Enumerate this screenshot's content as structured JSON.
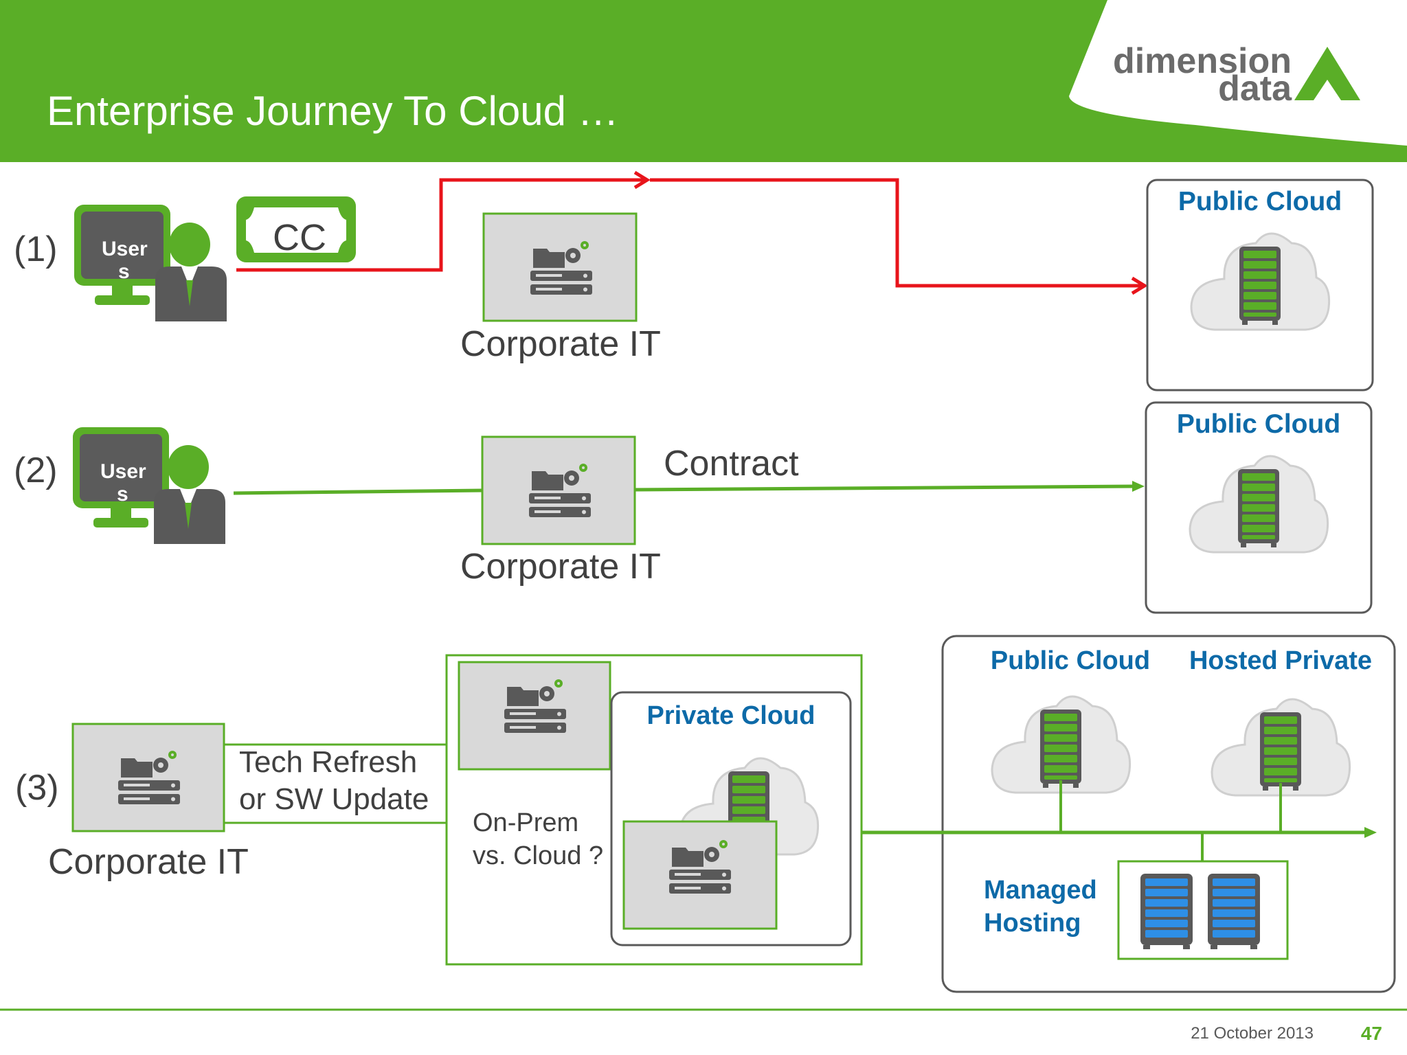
{
  "slide": {
    "title": "Enterprise Journey To Cloud …",
    "logo": {
      "line1": "dimension",
      "line2": "data"
    },
    "date": "21 October 2013",
    "page_number": "47"
  },
  "row1": {
    "label": "(1)",
    "user_label": "User",
    "user_label_wrap": "s",
    "payment_label": "CC",
    "corp_label": "Corporate IT",
    "cloud_title": "Public Cloud"
  },
  "row2": {
    "label": "(2)",
    "user_label": "User",
    "user_label_wrap": "s",
    "contract_label": "Contract",
    "corp_label": "Corporate IT",
    "cloud_title": "Public Cloud"
  },
  "row3": {
    "label": "(3)",
    "corp_label": "Corporate IT",
    "refresh_line1": "Tech Refresh",
    "refresh_line2": "or SW Update",
    "decision_line1": "On-Prem",
    "decision_line2": "vs. Cloud ?",
    "private_cloud_title": "Private  Cloud",
    "public_cloud_title": "Public Cloud",
    "hosted_private_title": "Hosted Private",
    "managed_line1": "Managed",
    "managed_line2": "Hosting"
  },
  "colors": {
    "brand_green": "#5aae27",
    "title_blue": "#0d6aa8",
    "flow_red": "#e8141b",
    "icon_gray": "#595959",
    "server_blue": "#2e8fe6"
  }
}
